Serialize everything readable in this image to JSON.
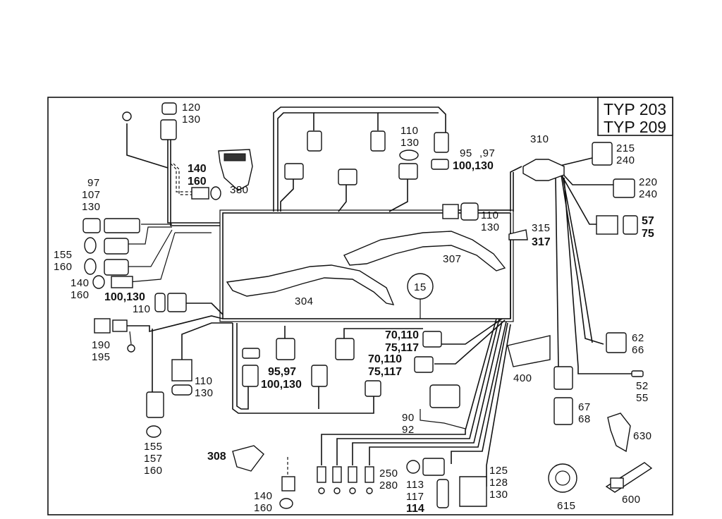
{
  "diagram": {
    "type_box": [
      "TYP 203",
      "TYP 209"
    ],
    "callout": "15",
    "labels": {
      "l120_130": [
        "120",
        "130"
      ],
      "l140_160_top": [
        "140",
        "160"
      ],
      "l380": "380",
      "l97_107_130": [
        "97",
        "107",
        "130"
      ],
      "l155_160": [
        "155",
        "160"
      ],
      "l140_160_left": [
        "140",
        "160"
      ],
      "l100_130": "100,130",
      "l110_left": "110",
      "l190_195": [
        "190",
        "195"
      ],
      "l110_130_lower": [
        "110",
        "130"
      ],
      "l155_157_160": [
        "155",
        "157",
        "160"
      ],
      "l308": "308",
      "l140_160_bottom": [
        "140",
        "160"
      ],
      "l304": "304",
      "l307": "307",
      "l110_130_top": [
        "110",
        "130"
      ],
      "l95_97_top": [
        "95",
        ",97"
      ],
      "l100_130_top": "100,130",
      "l110_130_mid": [
        "110",
        "130"
      ],
      "l95_97_bottom": "95,97",
      "l100_130_bottom": "100,130",
      "l70_110_a": "70,110",
      "l75_117_a": "75,117",
      "l70_110_b": "70,110",
      "l75_117_b": "75,117",
      "l90_92": [
        "90",
        "92"
      ],
      "l250_280": [
        "250",
        "280"
      ],
      "l113_117_114": [
        "113",
        "117",
        "114"
      ],
      "l125_128_130": [
        "125",
        "128",
        "130"
      ],
      "l310": "310",
      "l315_317": [
        "315",
        "317"
      ],
      "l215_240": [
        "215",
        "240"
      ],
      "l220_240": [
        "220",
        "240"
      ],
      "l57_75": [
        "57",
        "75"
      ],
      "l62_66": [
        "62",
        "66"
      ],
      "l52_55": [
        "52",
        "55"
      ],
      "l67_68": [
        "67",
        "68"
      ],
      "l400": "400",
      "l630": "630",
      "l615": "615",
      "l600": "600"
    }
  }
}
